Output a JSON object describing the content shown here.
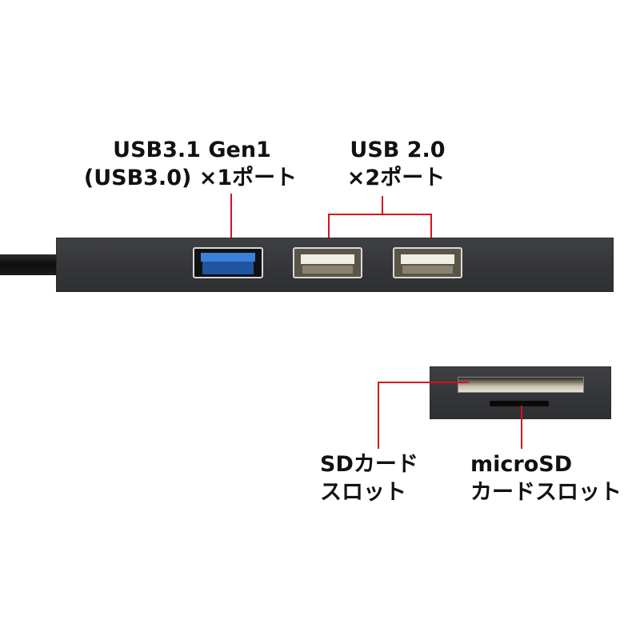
{
  "labels": {
    "usb3_line1": "USB3.1 Gen1",
    "usb3_line2": "(USB3.0) ×1ポート",
    "usb2_line1": "USB 2.0",
    "usb2_line2": "×2ポート",
    "sd_line1": "SDカード",
    "sd_line2": "スロット",
    "microsd_line1": "microSD",
    "microsd_line2": "カードスロット"
  },
  "colors": {
    "leader_line": "#d8101e",
    "hub_body": "#36373a",
    "usb3_port": "#2f6fc4",
    "usb2_port": "#e6e2d6"
  }
}
